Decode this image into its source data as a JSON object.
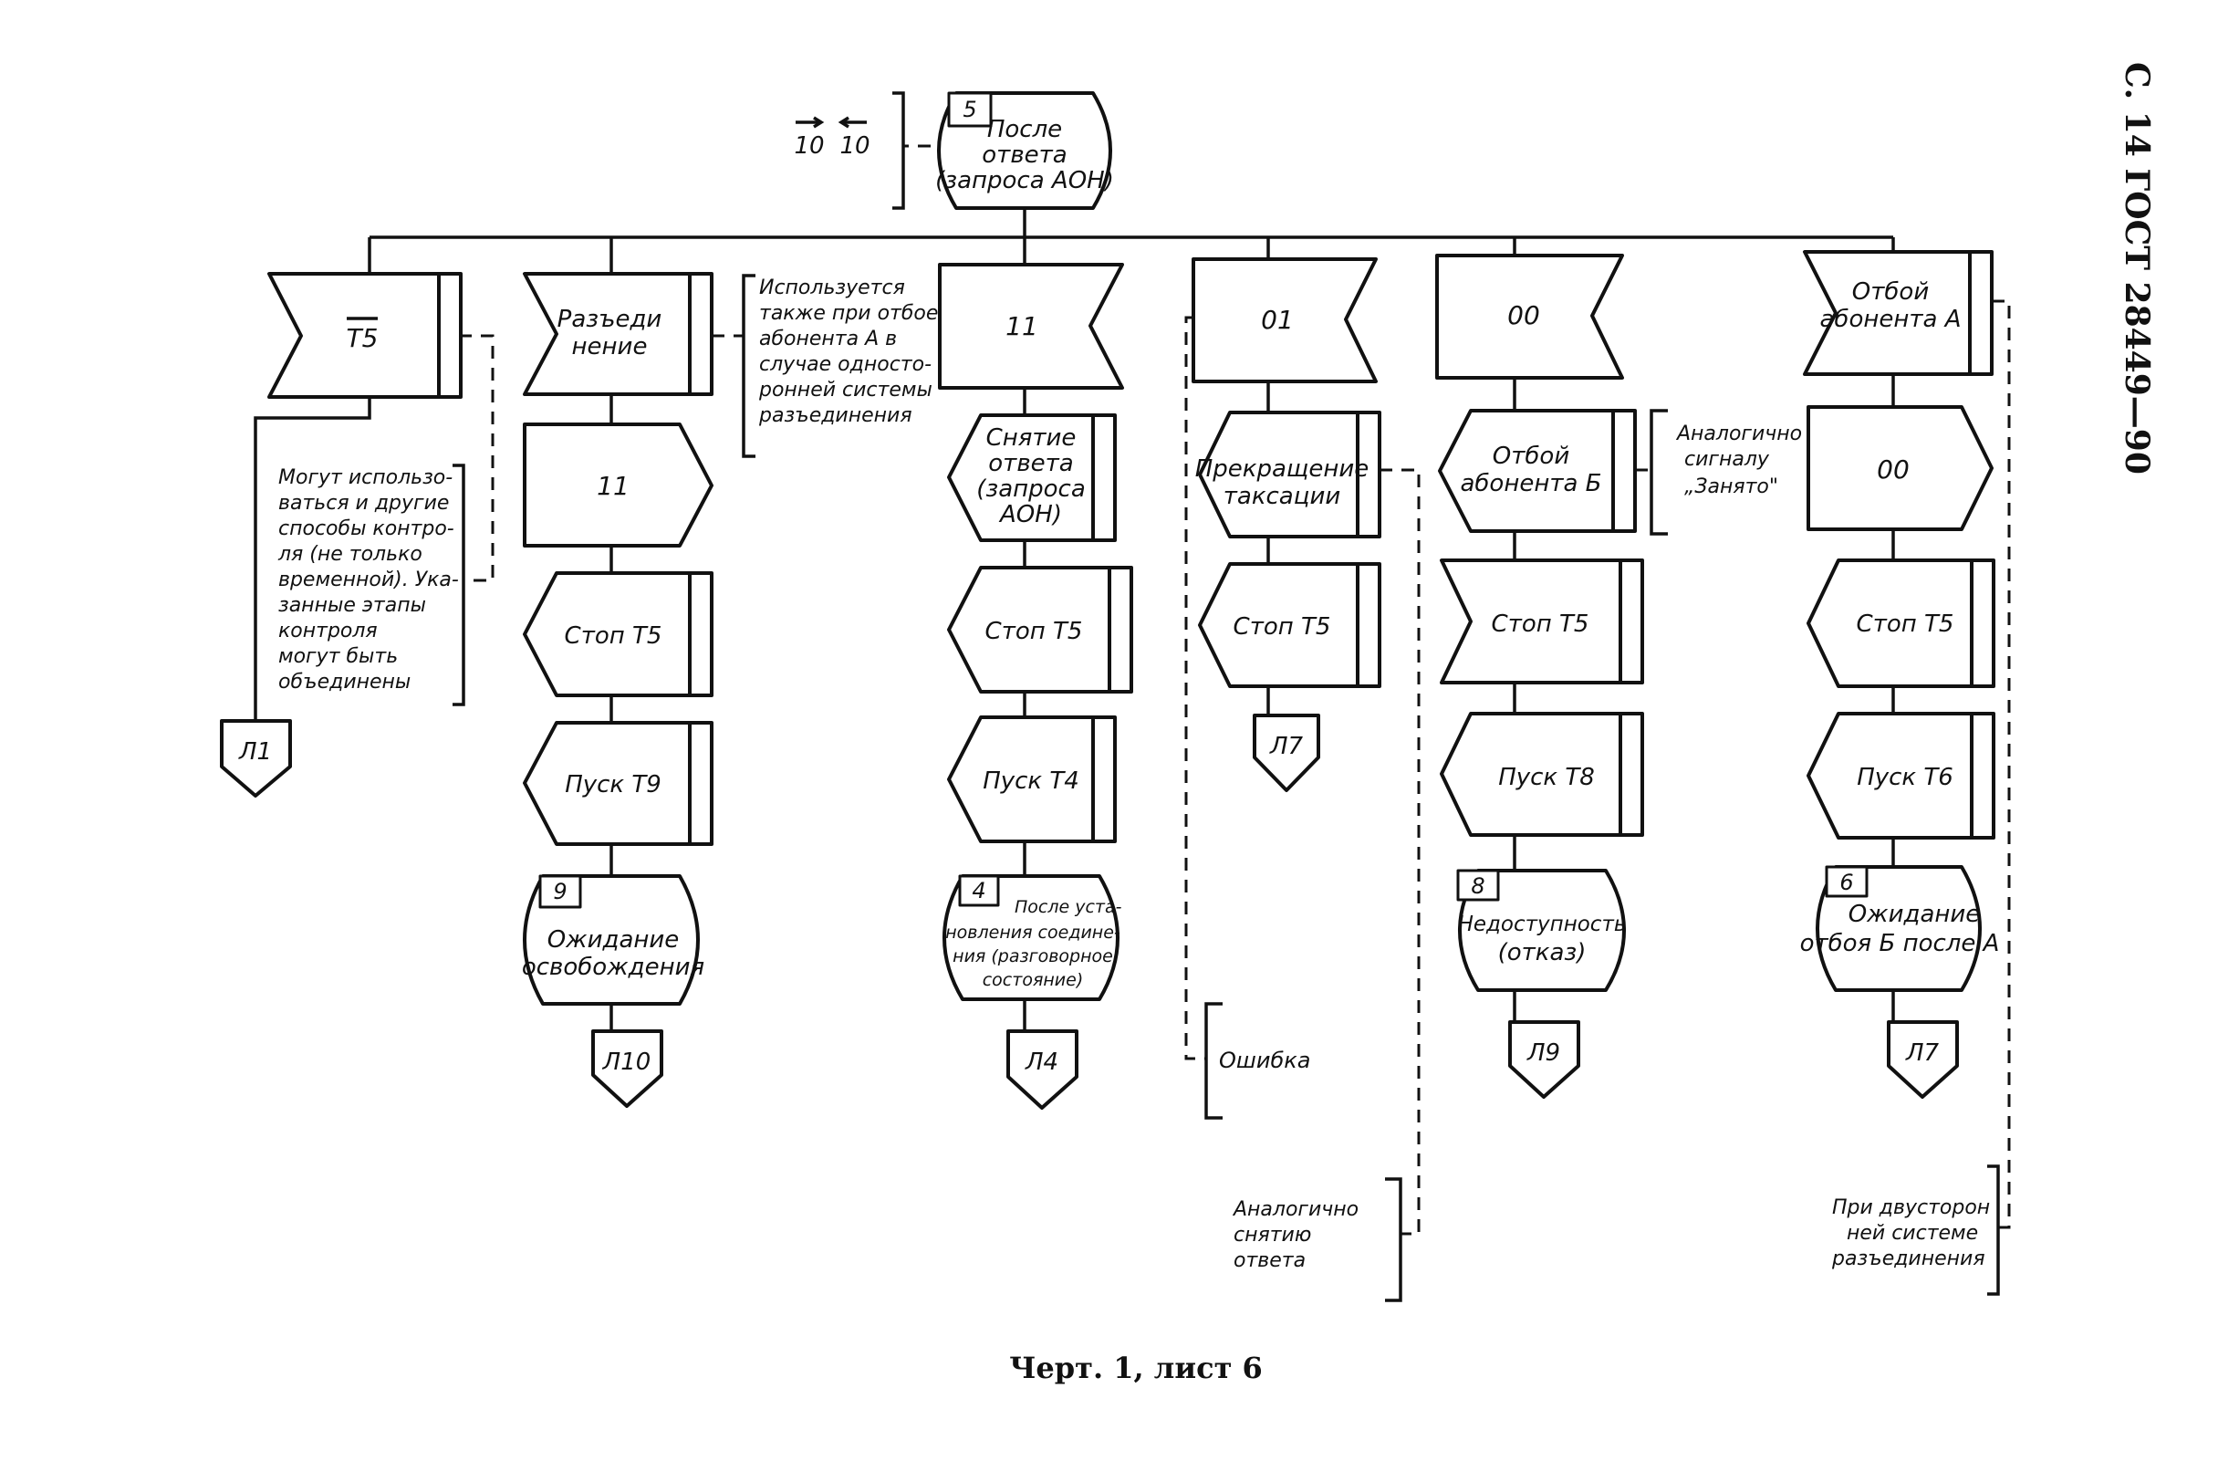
{
  "page_header": "С. 14 ГОСТ 28449—90",
  "caption": "Черт. 1, лист 6",
  "top_state": {
    "number": "5",
    "lines": [
      "После",
      "ответа",
      "(запроса АОН)"
    ]
  },
  "top_ref": {
    "left": "10",
    "right": "10"
  },
  "columns": {
    "c1": {
      "signal": "T5",
      "connector": "Л1",
      "note": [
        "Могут использо-",
        "ваться и другие",
        "способы контро-",
        "ля (не только",
        "временной). Ука-",
        "занные этапы",
        "контроля",
        "могут быть",
        "объединены"
      ]
    },
    "c2": {
      "signal": [
        "Разъеди",
        "нение"
      ],
      "output": "11",
      "task1": "Стоп Т5",
      "task2": "Пуск Т9",
      "state_num": "9",
      "state": [
        "Ожидание",
        "освобождения"
      ],
      "connector": "Л10",
      "note": [
        "Используется",
        "также при отбое",
        "абонента А в",
        "случае односто-",
        "ронней системы",
        "разъединения"
      ]
    },
    "c3": {
      "signal": "11",
      "task0": [
        "Снятие",
        "ответа",
        "(запроса",
        "АОН)"
      ],
      "task1": "Стоп Т5",
      "task2": "Пуск Т4",
      "state_num": "4",
      "state": [
        "После уста-",
        "новления соедине-",
        "ния (разговорное",
        "состояние)"
      ],
      "connector": "Л4"
    },
    "c4": {
      "signal": "01",
      "task0": [
        "Прекращение",
        "таксации"
      ],
      "task1": "Стоп Т5",
      "connector": "Л7",
      "note_error": "Ошибка",
      "note_bottom": [
        "Аналогично",
        "снятию",
        "ответа"
      ]
    },
    "c5": {
      "signal": "00",
      "output": [
        "Отбой",
        "абонента Б"
      ],
      "task1": "Стоп Т5",
      "task2": "Пуск Т8",
      "state_num": "8",
      "state": [
        "Недоступность",
        "(отказ)"
      ],
      "connector": "Л9",
      "note": [
        "Аналогично",
        "сигналу",
        "„Занято\""
      ]
    },
    "c6": {
      "signal": [
        "Отбой",
        "абонента А"
      ],
      "output": "00",
      "task1": "Стоп Т5",
      "task2": "Пуск Т6",
      "state_num": "6",
      "state": [
        "Ожидание",
        "отбоя Б после А"
      ],
      "connector": "Л7",
      "note": [
        "При двусторон",
        "ней системе",
        "разъединения"
      ]
    }
  }
}
